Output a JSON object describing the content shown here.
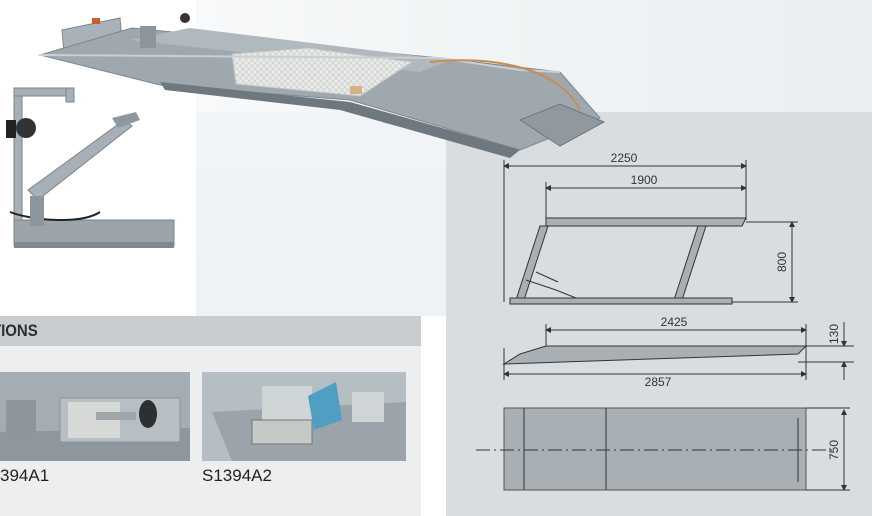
{
  "options": {
    "header": "TIONS",
    "items": [
      {
        "code": "394A1"
      },
      {
        "code": "S1394A2"
      }
    ]
  },
  "drawing": {
    "dim_top_outer": "2250",
    "dim_top_inner": "1900",
    "dim_height": "800",
    "dim_mid_top": "2425",
    "dim_mid_bottom": "2857",
    "dim_mid_thickness": "130",
    "dim_width": "750"
  },
  "colors": {
    "panel": "#d9dde0",
    "header": "#c9cdd0",
    "metal": "#9aa4ab",
    "metal_dark": "#7c868d",
    "line": "#333333"
  }
}
